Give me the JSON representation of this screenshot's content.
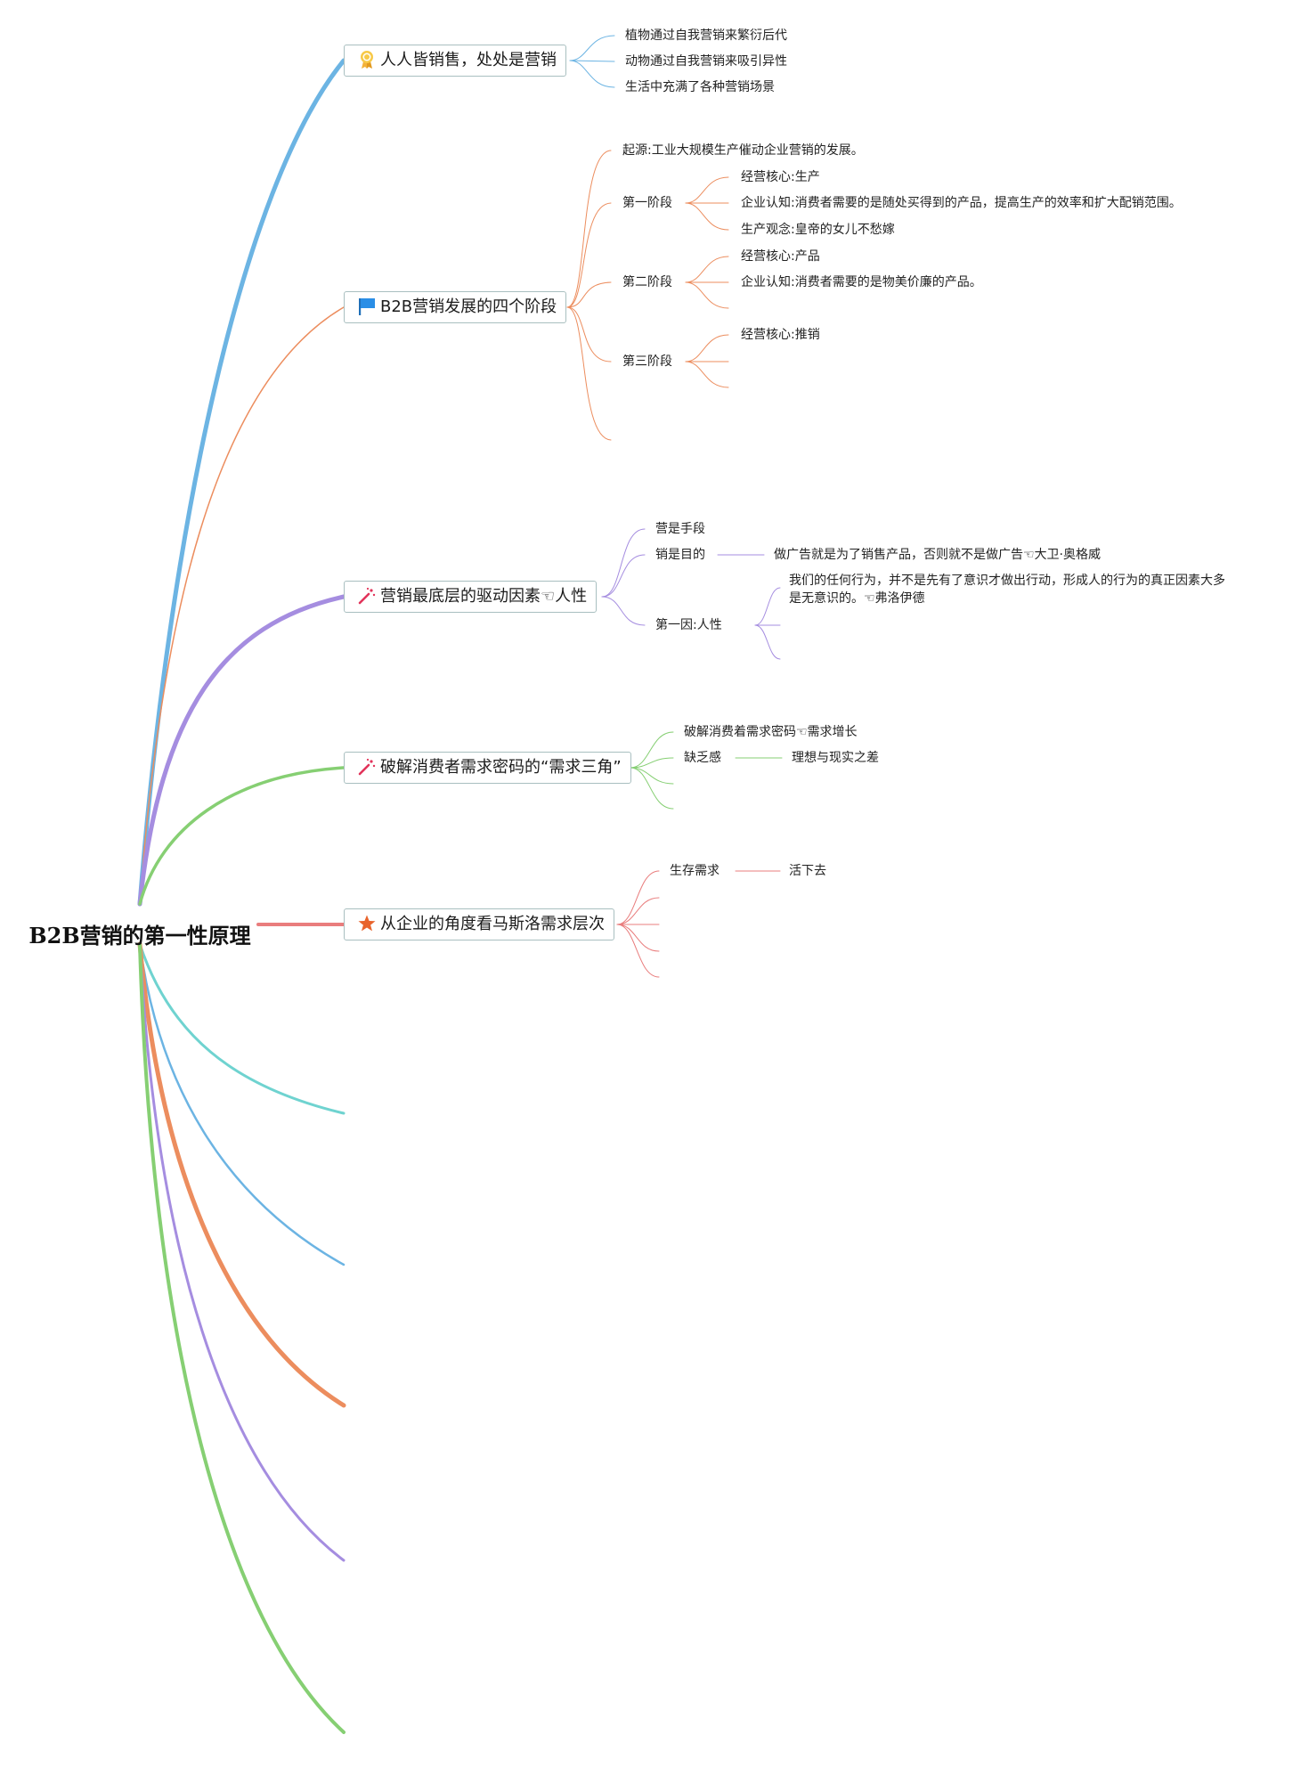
{
  "root": {
    "label": "B2B营销的第一性原理"
  },
  "colors": {
    "blue": "#6cb4e3",
    "orange": "#ec8d5e",
    "purple": "#a58de0",
    "green": "#86cf73",
    "red": "#e97d7d",
    "teal": "#6fd3d0",
    "gray_border": "#a9bfc0"
  },
  "topics": [
    {
      "label": "人人皆销售，处处是营销",
      "icon": "award-ribbon-icon",
      "children": [
        {
          "label": "植物通过自我营销来繁衍后代"
        },
        {
          "label": "动物通过自我营销来吸引异性"
        },
        {
          "label": "生活中充满了各种营销场景"
        }
      ]
    },
    {
      "label": "B2B营销发展的四个阶段",
      "icon": "flag-icon",
      "children": [
        {
          "label": "起源:工业大规模生产催动企业营销的发展。"
        },
        {
          "label": "第一阶段",
          "children": [
            {
              "label": "经营核心:生产"
            },
            {
              "label": "企业认知:消费者需要的是随处买得到的产品，提高生产的效率和扩大配销范围。"
            },
            {
              "label": "生产观念:皇帝的女儿不愁嫁"
            }
          ]
        },
        {
          "label": "第二阶段",
          "children": [
            {
              "label": "经营核心:产品"
            },
            {
              "label": "企业认知:消费者需要的是物美价廉的产品。"
            }
          ]
        },
        {
          "label": "第三阶段",
          "children": [
            {
              "label": "经营核心:推销"
            }
          ]
        }
      ]
    },
    {
      "label": "营销最底层的驱动因素☜人性",
      "icon": "magic-wand-icon",
      "children": [
        {
          "label": "营是手段"
        },
        {
          "label": "销是目的",
          "children": [
            {
              "label": "做广告就是为了销售产品，否则就不是做广告☜大卫·奥格威"
            }
          ]
        },
        {
          "label": "第一因:人性",
          "children": [
            {
              "label": "我们的任何行为，并不是先有了意识才做出行动，形成人的行为的真正因素大多是无意识的。☜弗洛伊德"
            }
          ]
        }
      ]
    },
    {
      "label": "破解消费者需求密码的“需求三角”",
      "icon": "magic-wand-icon",
      "children": [
        {
          "label": "破解消费着需求密码☜需求增长"
        },
        {
          "label": "缺乏感",
          "children": [
            {
              "label": "理想与现实之差"
            }
          ]
        }
      ]
    },
    {
      "label": "从企业的角度看马斯洛需求层次",
      "icon": "star-icon",
      "children": [
        {
          "label": "生存需求",
          "children": [
            {
              "label": "活下去"
            }
          ]
        }
      ]
    }
  ]
}
